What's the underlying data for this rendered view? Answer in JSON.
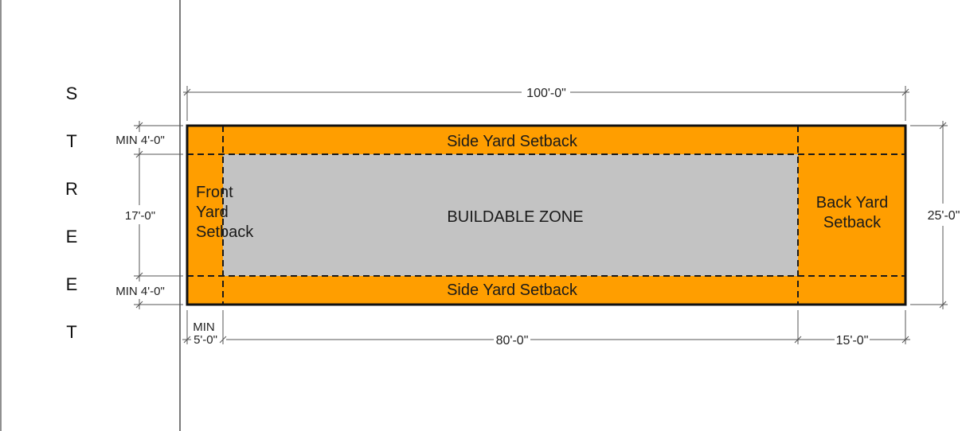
{
  "street": {
    "letters": [
      "S",
      "T",
      "R",
      "E",
      "E",
      "T"
    ]
  },
  "zones": {
    "side_yard_top": "Side Yard Setback",
    "side_yard_bottom": "Side Yard Setback",
    "front_yard": [
      "Front",
      "Yard",
      "Setback"
    ],
    "buildable": "BUILDABLE ZONE",
    "back_yard": [
      "Back Yard",
      "Setback"
    ]
  },
  "dimensions": {
    "overall_length": "100'-0\"",
    "overall_width": "25'-0\"",
    "side_top": "MIN 4'-0\"",
    "side_bottom": "MIN 4'-0\"",
    "buildable_width": "17'-0\"",
    "front_min_label": "MIN",
    "front": "5'-0\"",
    "buildable_length": "80'-0\"",
    "back": "15'-0\""
  },
  "colors": {
    "setback": "#FF9E00",
    "buildable": "#C3C3C3",
    "outline": "#111111"
  }
}
